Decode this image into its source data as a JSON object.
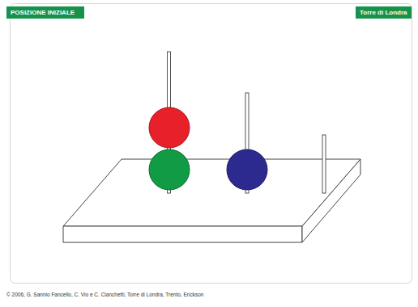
{
  "diagram": {
    "caption": "© 2006, G. Sannio Fancello, C. Vio e C. Cianchetti, Torre di Londra, Trento, Erickson",
    "nodes": [
      {
        "text": [
          "POSIZIONE INIZIALE"
        ]
      },
      {
        "text": [
          "Torre di Londra"
        ]
      }
    ]
  }
}
